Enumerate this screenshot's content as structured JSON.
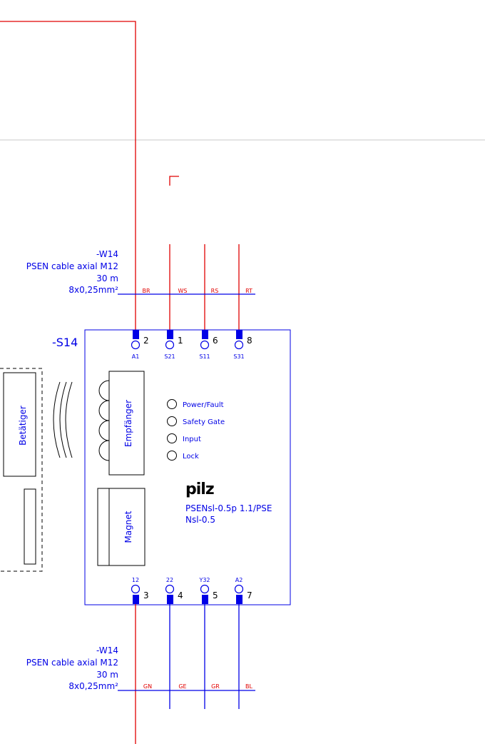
{
  "colors": {
    "red": "#e00000",
    "blue": "#0000e6",
    "black": "#000000",
    "gray": "#c8c8c8"
  },
  "device": {
    "tag": "-S14",
    "logo": "pilz",
    "product_line1": "PSENsl-0.5p 1.1/PSE",
    "product_line2": "Nsl-0.5",
    "receiver_label": "Empfänger",
    "magnet_label": "Magnet",
    "leds": [
      "Power/Fault",
      "Safety Gate",
      "Input",
      "Lock"
    ]
  },
  "actuator": {
    "label": "Betätiger"
  },
  "cable_top": {
    "tag": "-W14",
    "type": "PSEN cable axial M12",
    "length": "30 m",
    "section": "8x0,25mm²",
    "wires": [
      "BR",
      "WS",
      "RS",
      "RT"
    ]
  },
  "cable_bottom": {
    "tag": "-W14",
    "type": "PSEN cable axial M12",
    "length": "30 m",
    "section": "8x0,25mm²",
    "wires": [
      "GN",
      "GE",
      "GR",
      "BL"
    ]
  },
  "pins_top": [
    {
      "number": "2",
      "label": "A1"
    },
    {
      "number": "1",
      "label": "S21"
    },
    {
      "number": "6",
      "label": "S11"
    },
    {
      "number": "8",
      "label": "S31"
    }
  ],
  "pins_bottom": [
    {
      "number": "3",
      "label": "12"
    },
    {
      "number": "4",
      "label": "22"
    },
    {
      "number": "5",
      "label": "Y32"
    },
    {
      "number": "7",
      "label": "A2"
    }
  ]
}
